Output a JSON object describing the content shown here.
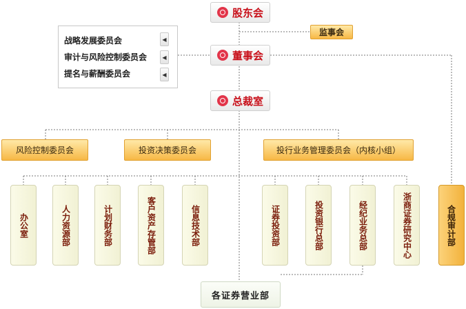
{
  "governance": {
    "shareholders": "股东会",
    "board": "董事会",
    "president_office": "总裁室",
    "supervisory": "监事会"
  },
  "board_committees": [
    "战略发展委员会",
    "审计与风险控制委员会",
    "提名与薪酬委员会"
  ],
  "committees": {
    "risk": "风险控制委员会",
    "investment": "投资决策委员会",
    "ib": "投行业务管理委员会（内核小组）"
  },
  "departments": [
    "办公室",
    "人力资源部",
    "计划财务部",
    "客户资产存管部",
    "信息技术部",
    "证券投资部",
    "投资银行总部",
    "经纪业务总部",
    "浙商证券研究中心"
  ],
  "compliance": "合规审计部",
  "branches": "各证券营业部"
}
